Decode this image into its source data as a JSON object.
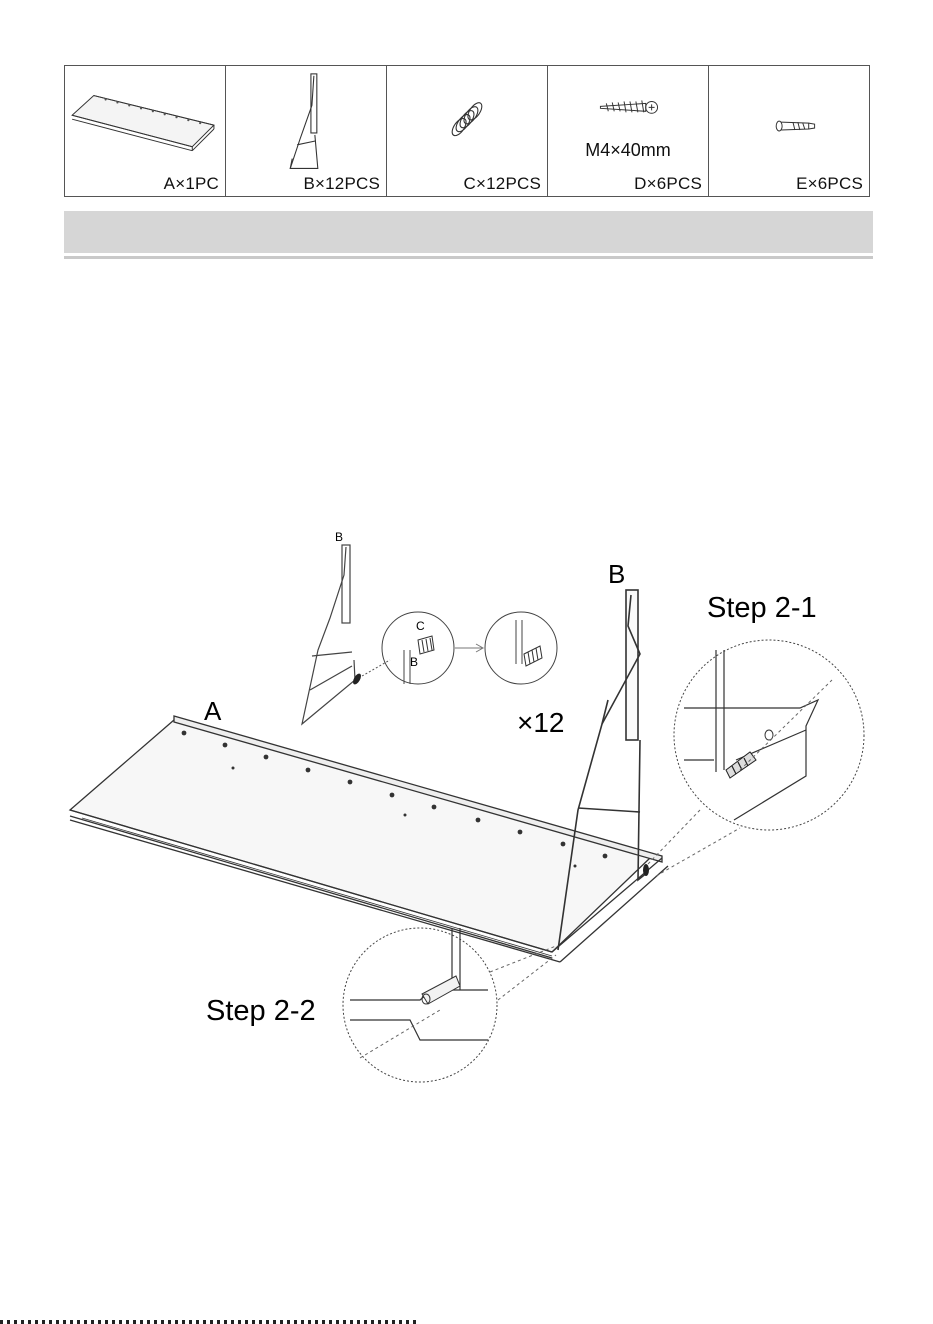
{
  "parts": [
    {
      "id": "A",
      "label": "A×1PC",
      "icon": "shelf-panel-icon"
    },
    {
      "id": "B",
      "label": "B×12PCS",
      "icon": "wire-bracket-icon"
    },
    {
      "id": "C",
      "label": "C×12PCS",
      "icon": "spring-icon"
    },
    {
      "id": "D",
      "label": "D×6PCS",
      "spec": "M4×40mm",
      "icon": "screw-icon"
    },
    {
      "id": "E",
      "label": "E×6PCS",
      "icon": "wall-plug-icon"
    }
  ],
  "diagram": {
    "label_a": "A",
    "label_b_large": "B",
    "label_b_small": "B",
    "label_c_small": "C",
    "label_b_detail": "B",
    "quantity": "×12",
    "step_1": "Step 2-1",
    "step_2": "Step 2-2"
  }
}
